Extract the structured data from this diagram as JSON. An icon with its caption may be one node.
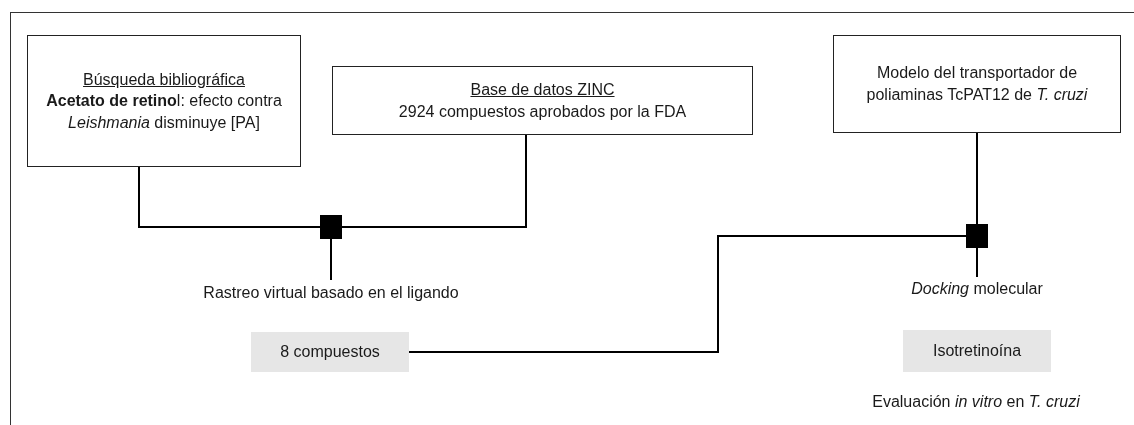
{
  "diagram": {
    "nodes": [
      {
        "text": [
          "Búsqueda bibliográfica",
          "**Acetato de retino**l: efecto contra *Leishmania* disminuye [PA]"
        ]
      },
      {
        "text": [
          "Base de datos ZINC",
          "2924 compuestos aprobados por la FDA"
        ]
      },
      {
        "text": [
          "Modelo del transportador de poliaminas TcPAT12 de *T. cruzi*"
        ]
      },
      {
        "text": [],
        "shape": "box"
      },
      {
        "text": [
          "Rastreo virtual basado en el ligando"
        ]
      },
      {
        "text": [
          "8 compuestos"
        ]
      },
      {
        "text": [],
        "shape": "box"
      },
      {
        "text": [
          "*Docking* molecular"
        ]
      },
      {
        "text": [
          "Isotretinoína"
        ]
      }
    ],
    "edges": [
      {
        "from": 0,
        "to": 3,
        "arrow": "none"
      },
      {
        "from": 1,
        "to": 3,
        "arrow": "none"
      },
      {
        "from": 3,
        "to": 4,
        "arrow": "none"
      },
      {
        "from": 5,
        "to": 6,
        "arrow": "none"
      },
      {
        "from": 2,
        "to": 6,
        "arrow": "none"
      },
      {
        "from": 6,
        "to": 7,
        "arrow": "none"
      }
    ],
    "labels": [
      "Evaluación *in vitro* en *T. cruzi*"
    ]
  }
}
